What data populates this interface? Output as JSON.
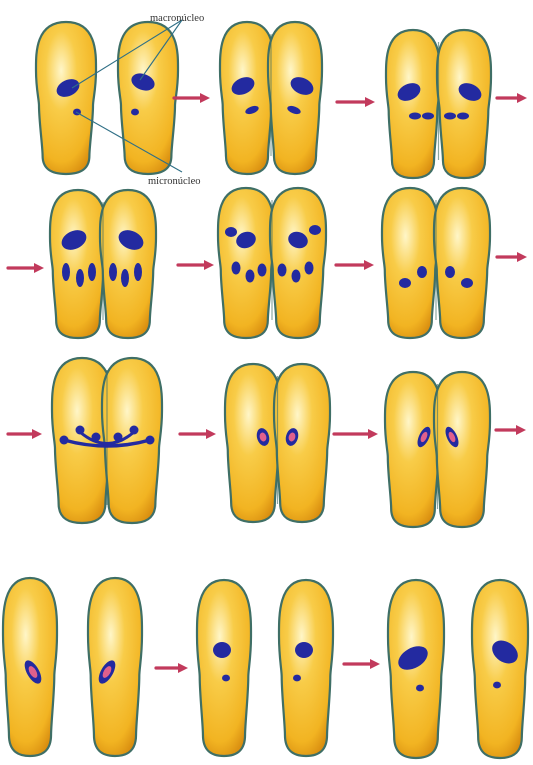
{
  "labels": {
    "macronucleus": "macronúcleo",
    "micronucleus": "micronúcleo"
  },
  "colors": {
    "cell_fill": "#f2b422",
    "cell_highlight": "#fff6c8",
    "cell_shadow": "#d68a0e",
    "cell_outline": "#3f6f66",
    "nucleus": "#232aa0",
    "nucleus_pink": "#e0608c",
    "arrow": "#c23a5c",
    "background": "#ffffff",
    "label_line": "#2f6f86"
  },
  "stages": [
    {
      "id": "s1",
      "pair": "touching",
      "nuclei": "macro+micro"
    },
    {
      "id": "s2",
      "pair": "touching",
      "nuclei": "macro+micro-elongating"
    },
    {
      "id": "s3",
      "pair": "touching",
      "nuclei": "macro+micro-dividing"
    },
    {
      "id": "s4",
      "pair": "touching",
      "nuclei": "macro+micro-meiosis-1"
    },
    {
      "id": "s5",
      "pair": "touching",
      "nuclei": "macro-fragmenting+micro-meiosis-2"
    },
    {
      "id": "s6",
      "pair": "touching",
      "nuclei": "micro-degenerating"
    },
    {
      "id": "s7",
      "pair": "touching",
      "nuclei": "micronuclear-exchange"
    },
    {
      "id": "s8",
      "pair": "touching",
      "nuclei": "fusion-pink"
    },
    {
      "id": "s9",
      "pair": "touching",
      "nuclei": "fusion-elongated"
    },
    {
      "id": "s10",
      "pair": "separated",
      "nuclei": "dividing-pink"
    },
    {
      "id": "s11",
      "pair": "separated",
      "nuclei": "macro+micro-forming"
    },
    {
      "id": "s12",
      "pair": "separated",
      "nuclei": "macro+micro-restored"
    }
  ]
}
